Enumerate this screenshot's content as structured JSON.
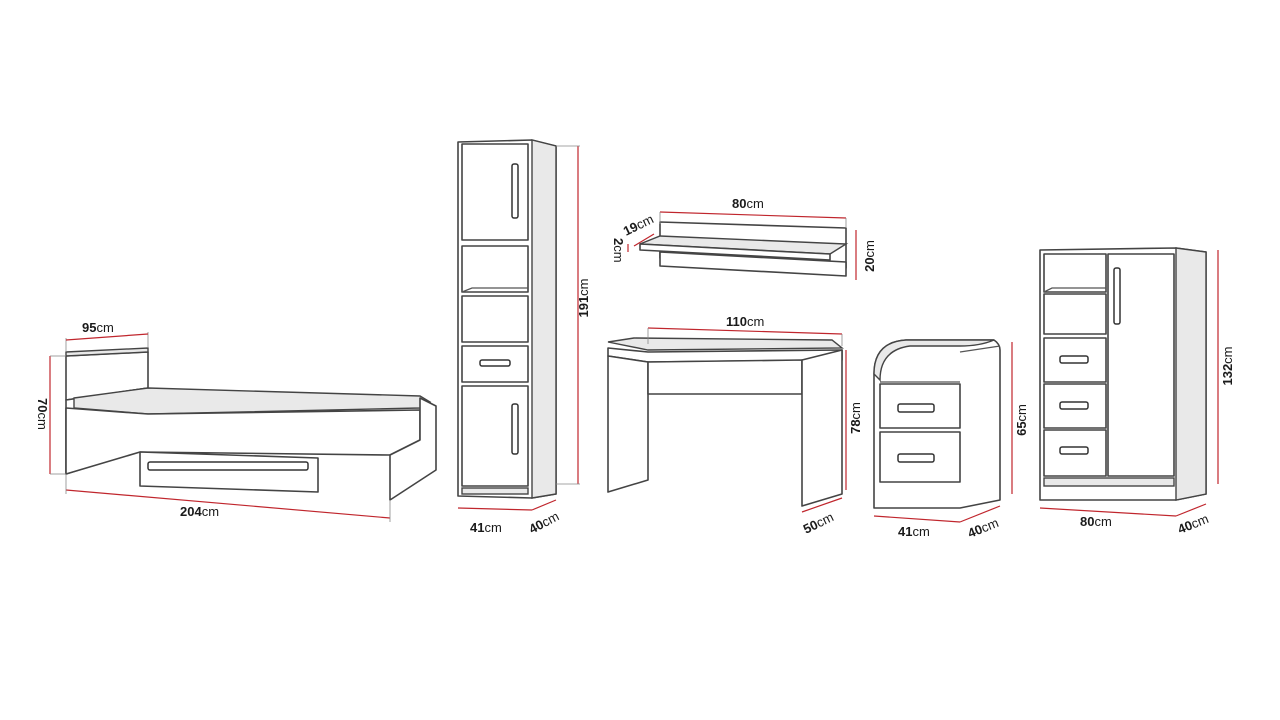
{
  "labels": {
    "bed_width": "95",
    "bed_height": "70",
    "bed_length": "204",
    "tall_height": "191",
    "tall_width": "41",
    "tall_depth": "40",
    "shelf_width": "80",
    "shelf_depth": "19",
    "shelf_thick": "2",
    "shelf_height": "20",
    "desk_width": "110",
    "desk_height": "78",
    "desk_depth": "50",
    "ped_height": "65",
    "ped_width": "41",
    "ped_depth": "40",
    "ward_height": "132",
    "ward_width": "80",
    "ward_depth": "40"
  },
  "unit": "cm",
  "colors": {
    "dimension_line": "#c0262d",
    "outline": "#444444"
  }
}
